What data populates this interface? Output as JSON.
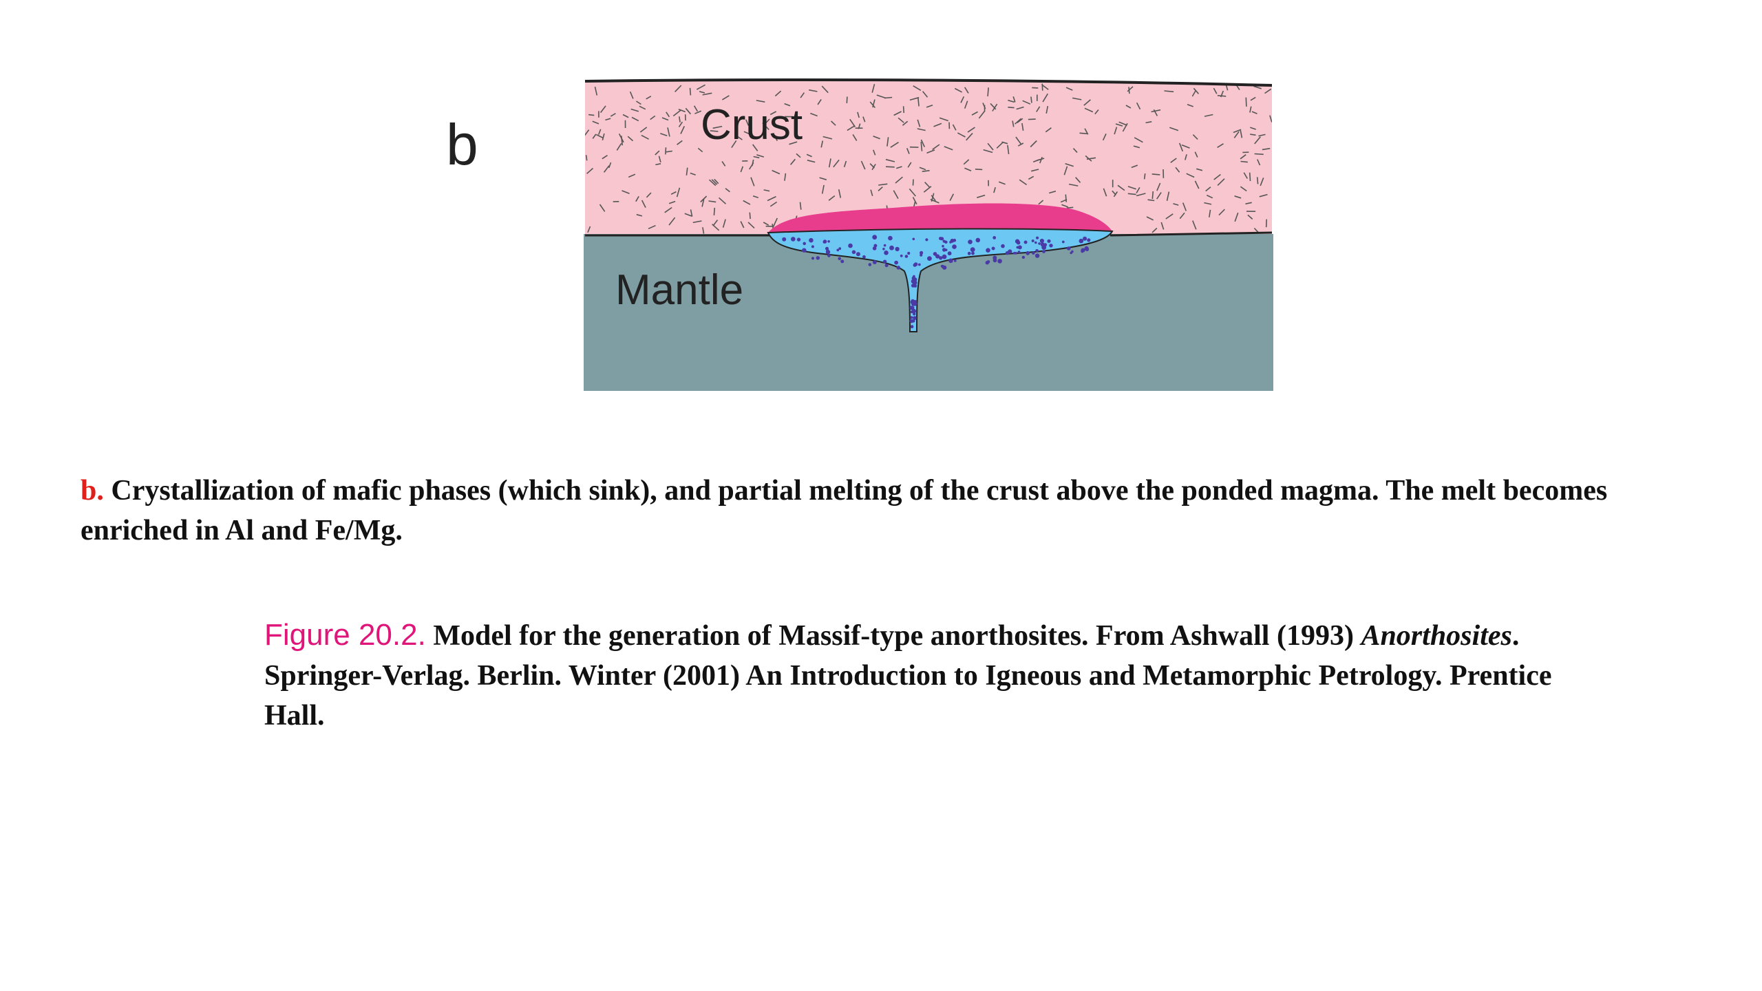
{
  "panel": {
    "letter": "b"
  },
  "diagram": {
    "labels": {
      "crust": "Crust",
      "mantle": "Mantle"
    },
    "colors": {
      "crust": "#f7c6cf",
      "mantle": "#7f9ea4",
      "magma": "#6cc8f2",
      "melt": "#e83d8c",
      "crystals": "#4a3aa6",
      "outline": "#222222"
    }
  },
  "caption": {
    "lead": "b.",
    "text": " Crystallization of mafic phases (which sink), and partial melting of the crust above the ponded magma. The melt becomes enriched in Al and Fe/Mg."
  },
  "figure": {
    "label": "Figure 20.2.",
    "text1": " Model for the generation of Massif-type anorthosites. From Ashwall (1993) ",
    "book": "Anorthosites",
    "text2": ". Springer-Verlag. Berlin. Winter (2001) An Introduction to Igneous and Metamorphic Petrology. Prentice Hall."
  }
}
